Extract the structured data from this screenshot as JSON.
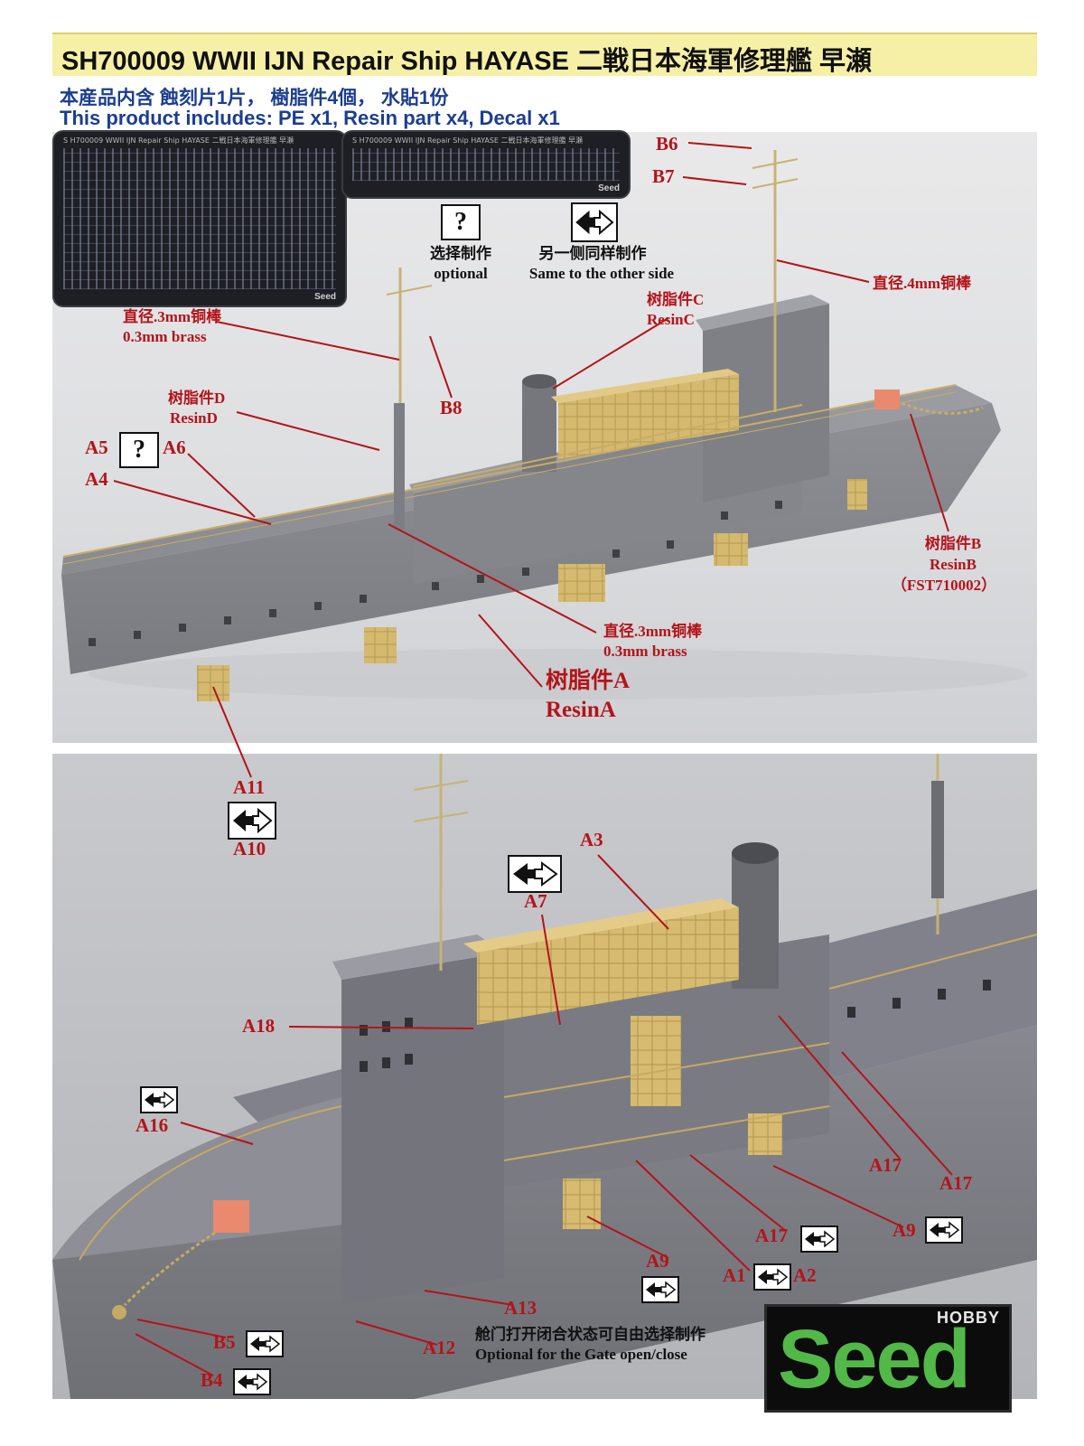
{
  "title": "SH700009 WWII IJN Repair Ship HAYASE 二戦日本海軍修理艦 早瀬",
  "includes": {
    "cn": "本産品内含 蝕刻片1片， 樹脂件4個， 水貼1份",
    "en": "This product includes: PE x1, Resin part x4, Decal x1"
  },
  "frets": {
    "a_title": "S H700009 WWII IJN Repair Ship HAYASE 二戦日本海軍修理艦 早瀬",
    "b_title": "S H700009 WWII IJN Repair Ship HAYASE 二戦日本海軍修理艦 早瀬",
    "a_mark": "Seed",
    "b_mark": "Seed"
  },
  "legend": {
    "question_mark": "?",
    "optional_cn": "选择制作",
    "optional_en": "optional",
    "same_side_cn": "另一侧同样制作",
    "same_side_en": "Same to the other side"
  },
  "labels_top": {
    "b6": "B6",
    "b7": "B7",
    "b8": "B8",
    "brass4_cn": "直径.4mm铜棒",
    "brass3_cn_1": "直径.3mm铜棒",
    "brass3_en_1": "0.3mm brass",
    "resin_c_cn": "树脂件C",
    "resin_c_en": "ResinC",
    "resin_d_cn": "树脂件D",
    "resin_d_en": "ResinD",
    "a5": "A5",
    "a6": "A6",
    "a4": "A4",
    "resin_b_cn": "树脂件B",
    "resin_b_en": "ResinB",
    "resin_b_code": "（FST710002）",
    "brass3_cn_2": "直径.3mm铜棒",
    "brass3_en_2": "0.3mm brass",
    "resin_a_cn": "树脂件A",
    "resin_a_en": "ResinA"
  },
  "labels_bottom": {
    "a11": "A11",
    "a10": "A10",
    "a3": "A3",
    "a7": "A7",
    "a18": "A18",
    "a16": "A16",
    "a17_1": "A17",
    "a17_2": "A17",
    "a17_3": "A17",
    "a9_1": "A9",
    "a9_2": "A9",
    "a1": "A1",
    "a2": "A2",
    "a13": "A13",
    "a12": "A12",
    "b5": "B5",
    "b4": "B4",
    "gate_cn": "舱门打开闭合状态可自由选择制作",
    "gate_en": "Optional for the Gate open/close"
  },
  "logo": {
    "hobby": "HOBBY",
    "seed": "Seed"
  },
  "colors": {
    "title_bg": "#f6f0a6",
    "blue_text": "#1b3e8f",
    "label_red": "#b3141a",
    "hull_gray": "#8e8f94",
    "brass": "#d9c07a",
    "resin_pink": "#e98a6f",
    "logo_green": "#52b848"
  }
}
